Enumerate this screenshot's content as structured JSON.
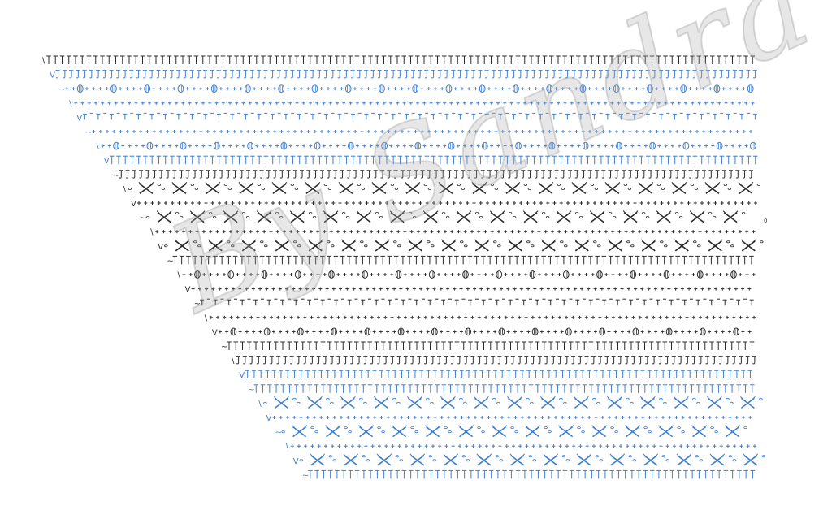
{
  "diagram": {
    "type": "crochet-stitch-chart",
    "colors": {
      "dark": "#2b2b2b",
      "blue": "#3f7fd0"
    },
    "watermark_text": "By Sandra",
    "end_mark": "0",
    "rows": [
      {
        "kind": "tall",
        "color": "dark"
      },
      {
        "kind": "hook",
        "color": "blue"
      },
      {
        "kind": "shell",
        "color": "blue"
      },
      {
        "kind": "plus",
        "color": "blue"
      },
      {
        "kind": "tbar",
        "color": "blue"
      },
      {
        "kind": "plus",
        "color": "blue"
      },
      {
        "kind": "shell",
        "color": "blue"
      },
      {
        "kind": "tall",
        "color": "blue"
      },
      {
        "kind": "hook",
        "color": "dark"
      },
      {
        "kind": "cross",
        "color": "dark"
      },
      {
        "kind": "plus",
        "color": "dark"
      },
      {
        "kind": "cross",
        "color": "dark"
      },
      {
        "kind": "plus",
        "color": "dark"
      },
      {
        "kind": "cross",
        "color": "dark"
      },
      {
        "kind": "tall",
        "color": "dark"
      },
      {
        "kind": "shell",
        "color": "dark"
      },
      {
        "kind": "plus",
        "color": "dark"
      },
      {
        "kind": "tbar",
        "color": "dark"
      },
      {
        "kind": "plus",
        "color": "dark"
      },
      {
        "kind": "shell",
        "color": "dark"
      },
      {
        "kind": "tall",
        "color": "dark"
      },
      {
        "kind": "hook",
        "color": "dark"
      },
      {
        "kind": "hook",
        "color": "blue"
      },
      {
        "kind": "tall",
        "color": "blue"
      },
      {
        "kind": "cross",
        "color": "blue"
      },
      {
        "kind": "plus",
        "color": "blue"
      },
      {
        "kind": "cross",
        "color": "blue"
      },
      {
        "kind": "plus",
        "color": "blue"
      },
      {
        "kind": "cross",
        "color": "blue"
      },
      {
        "kind": "tall",
        "color": "blue"
      }
    ]
  }
}
